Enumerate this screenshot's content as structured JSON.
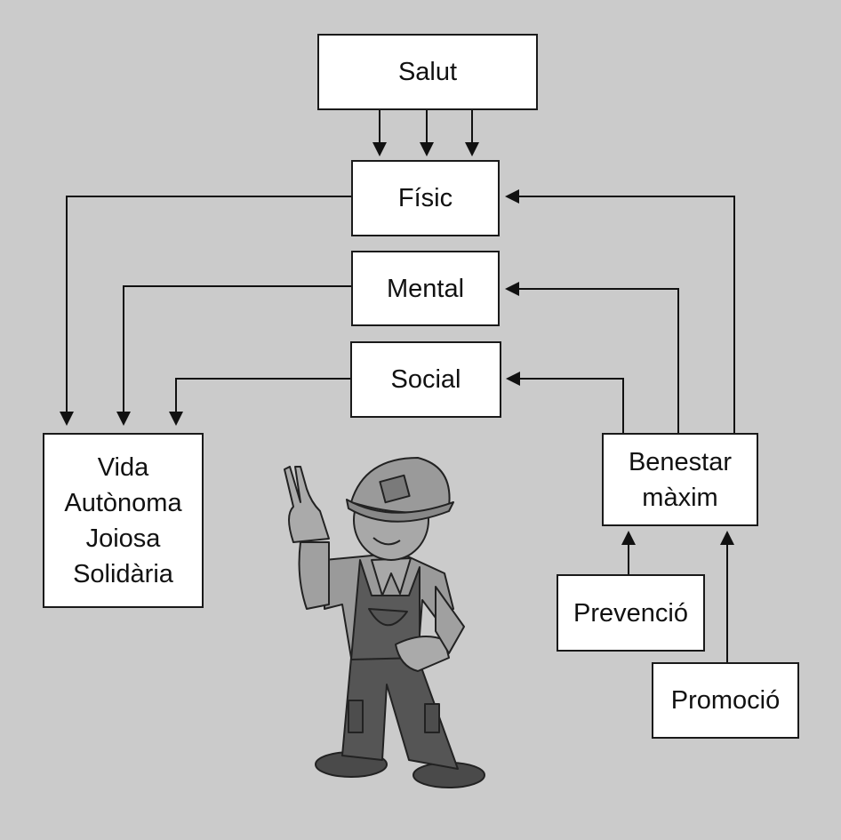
{
  "colors": {
    "background": "#cbcbcb",
    "box_fill": "#ffffff",
    "line": "#111111"
  },
  "nodes": {
    "salut": {
      "label": "Salut"
    },
    "fisic": {
      "label": "Físic"
    },
    "mental": {
      "label": "Mental"
    },
    "social": {
      "label": "Social"
    },
    "vida": {
      "label": "Vida\nAutònoma\nJoiosa\nSolidària"
    },
    "benestar": {
      "label": "Benestar\nmàxim"
    },
    "prevencio": {
      "label": "Prevenció"
    },
    "promocio": {
      "label": "Promoció"
    }
  },
  "edges": [
    {
      "from": "salut",
      "to": "fisic"
    },
    {
      "from": "salut",
      "to": "fisic"
    },
    {
      "from": "salut",
      "to": "fisic"
    },
    {
      "from": "fisic",
      "to": "vida"
    },
    {
      "from": "mental",
      "to": "vida"
    },
    {
      "from": "social",
      "to": "vida"
    },
    {
      "from": "benestar",
      "to": "fisic"
    },
    {
      "from": "benestar",
      "to": "mental"
    },
    {
      "from": "benestar",
      "to": "social"
    },
    {
      "from": "prevencio",
      "to": "benestar"
    },
    {
      "from": "promocio",
      "to": "benestar"
    }
  ],
  "illustration": {
    "icon": "worker-cartoon-icon",
    "description": "worker with hard hat and overalls making victory sign"
  }
}
